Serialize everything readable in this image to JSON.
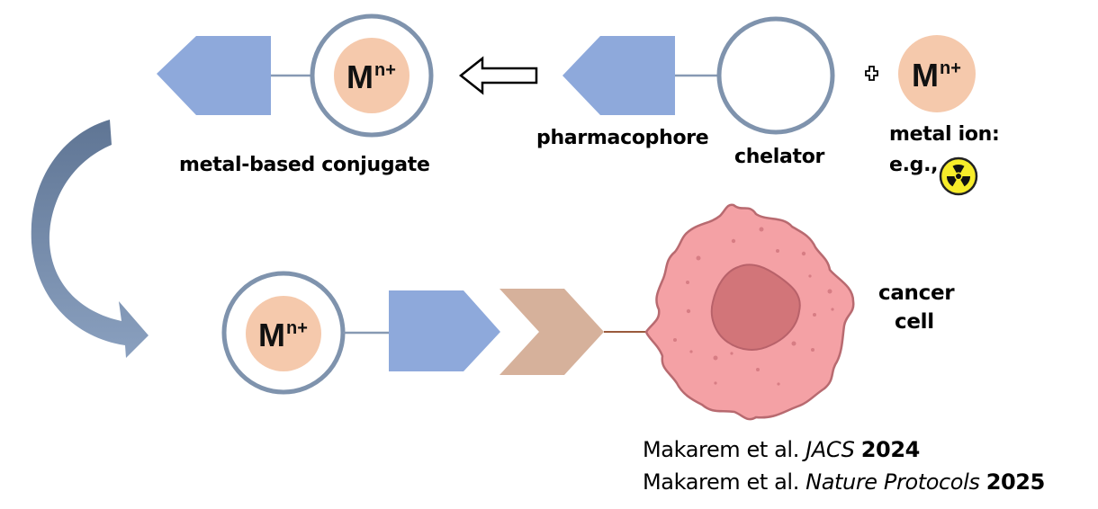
{
  "diagram": {
    "colors": {
      "pharmacophore": "#8ea9db",
      "chelator_ring": "#7f93ad",
      "metal_ion": "#f5c9ac",
      "target_ligand": "#d6b19b",
      "curved_arrow": "#6d819e",
      "cancer_cell": "#f4a1a5",
      "cell_outline": "#b86a70",
      "nucleus": "#d27579",
      "radiation_yellow": "#f7ec2a"
    },
    "top_left": {
      "metal_symbol": "M",
      "metal_charge": "n+",
      "label": "metal-based conjugate"
    },
    "top_right": {
      "pharmacophore_label": "pharmacophore",
      "chelator_label": "chelator",
      "plus_symbol": "✚",
      "metal_symbol": "M",
      "metal_charge": "n+",
      "metal_ion_label": "metal ion:",
      "example_prefix": "e.g.,",
      "example_icon": "radiation-hazard-icon"
    },
    "bottom": {
      "metal_symbol": "M",
      "metal_charge": "n+",
      "cancer_cell_label_line1": "cancer",
      "cancer_cell_label_line2": "cell"
    },
    "arrows": {
      "reaction_arrow": "hollow-left-arrow",
      "flow_arrow": "curved-down-right-arrow"
    },
    "references": [
      {
        "authors": "Makarem et al.",
        "journal": "JACS",
        "year": "2024"
      },
      {
        "authors": "Makarem et al.",
        "journal": "Nature Protocols",
        "year": "2025"
      }
    ]
  }
}
